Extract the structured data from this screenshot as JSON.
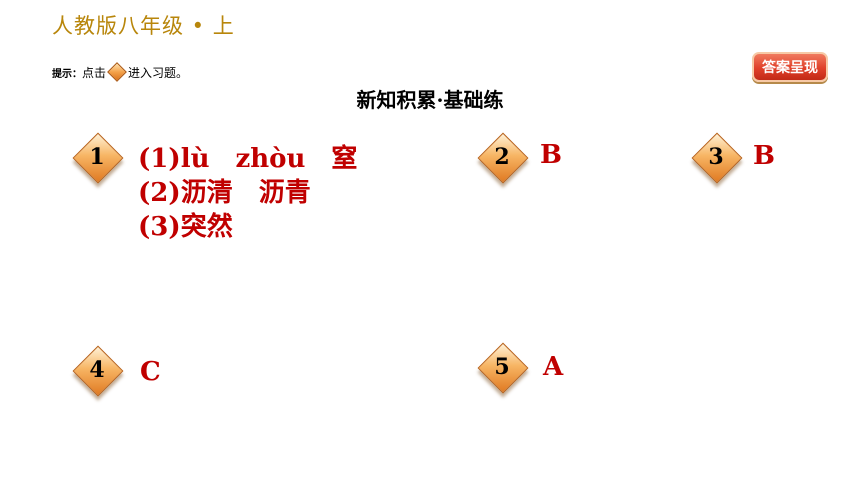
{
  "header": {
    "grade_label": "人教版八年级 • 上",
    "hint_prefix": "提示：",
    "hint_click": "点击",
    "hint_suffix": "进入习题。",
    "answer_button": "答案呈现"
  },
  "section_title": "新知积累·基础练",
  "questions": [
    {
      "number": "1",
      "answer_lines": [
        "(1)lù　zhòu　窒",
        "(2)沥清　沥青",
        "(3)突然"
      ]
    },
    {
      "number": "2",
      "answer": "B"
    },
    {
      "number": "3",
      "answer": "B"
    },
    {
      "number": "4",
      "answer": "C"
    },
    {
      "number": "5",
      "answer": "A"
    }
  ],
  "colors": {
    "answer": "#c00000",
    "grade_label": "#b8860b",
    "diamond": "#f4a24b",
    "button": "#e0402a"
  }
}
